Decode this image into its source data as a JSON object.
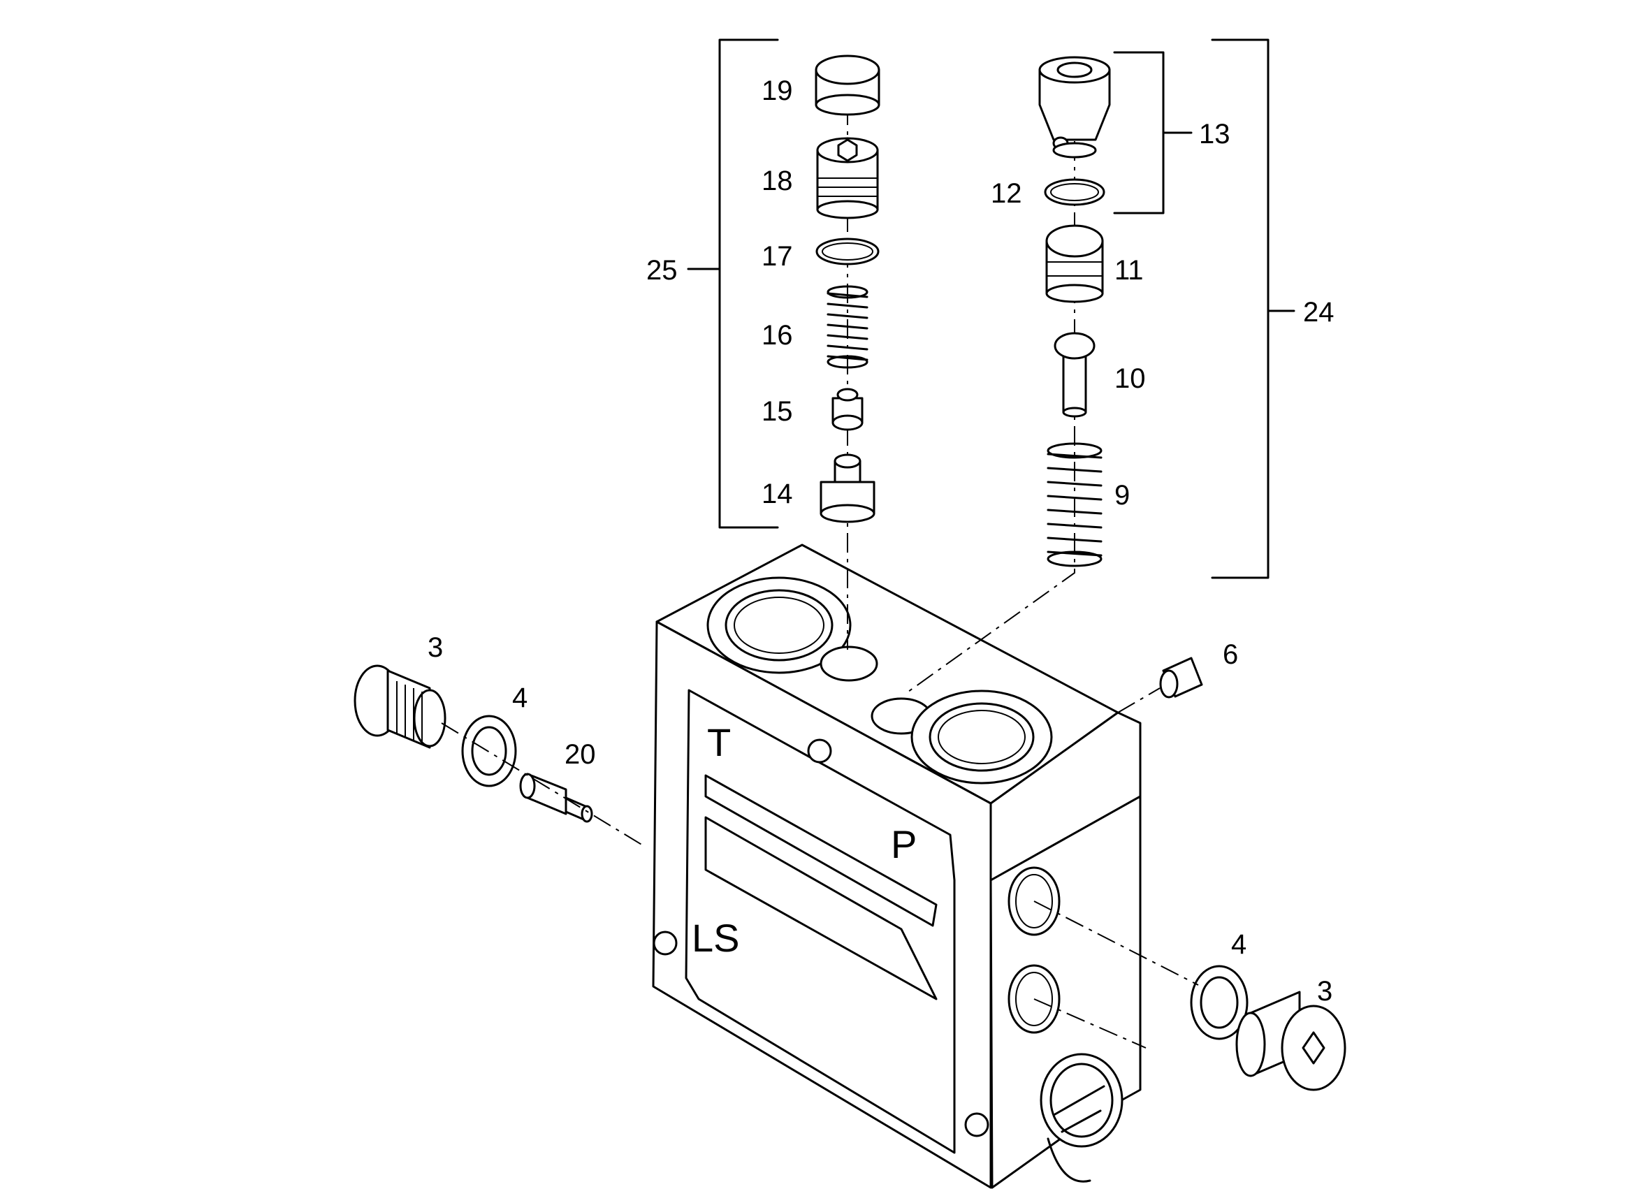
{
  "callouts": {
    "c3a": "3",
    "c4a": "4",
    "c20": "20",
    "c6": "6",
    "c4b": "4",
    "c3b": "3",
    "c19": "19",
    "c18": "18",
    "c17": "17",
    "c16": "16",
    "c15": "15",
    "c14": "14",
    "c25": "25",
    "c13": "13",
    "c12": "12",
    "c11": "11",
    "c10": "10",
    "c9": "9",
    "c24": "24"
  },
  "block_marks": {
    "t": "T",
    "p": "P",
    "ls": "LS"
  }
}
